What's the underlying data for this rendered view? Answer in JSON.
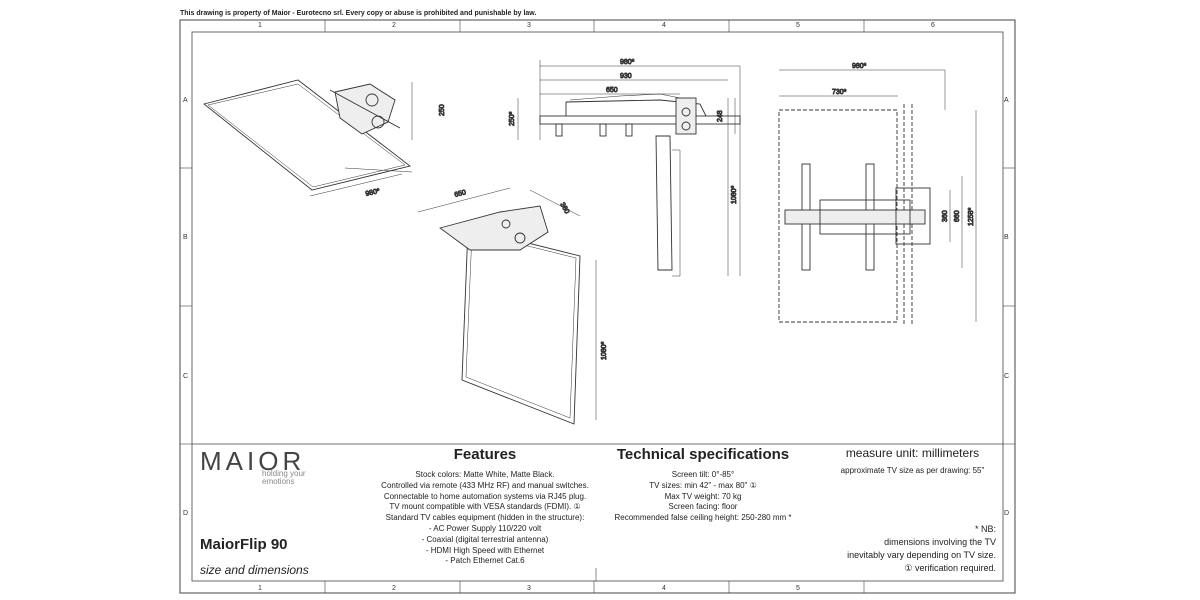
{
  "copyright": "This drawing is property of Maior - Eurotecno srl. Every copy or abuse is prohibited and punishable by law.",
  "grid": {
    "columns": [
      "1",
      "2",
      "3",
      "4",
      "5",
      "6"
    ],
    "rows": [
      "A",
      "B",
      "C",
      "D"
    ]
  },
  "brand": {
    "logo": "MAIOR",
    "tagline": [
      "holding your",
      "emotions"
    ]
  },
  "product": {
    "title": "MaiorFlip 90",
    "subtitle": "size and dimensions"
  },
  "features": {
    "heading": "Features",
    "lines": [
      "Stock colors: Matte White, Matte Black.",
      "Controlled via remote (433 MHz RF) and manual switches.",
      "Connectable to home automation systems via RJ45 plug.",
      "TV mount compatible with VESA standards (FDMI). ①",
      "Standard TV cables equipment (hidden in the structure):",
      "- AC Power Supply 110/220 volt",
      "- Coaxial (digital terrestrial antenna)",
      "- HDMI High Speed with Ethernet",
      "- Patch Ethernet Cat.6"
    ]
  },
  "tech": {
    "heading": "Technical specifications",
    "lines": [
      "Screen tilt: 0°-85°",
      "TV sizes: min 42\" - max 80\" ①",
      "Max TV weight: 70 kg",
      "Screen facing: floor",
      "Recommended false ceiling height: 250-280 mm *"
    ]
  },
  "measure": {
    "unit": "measure unit: millimeters",
    "approx": "approximate TV size as per drawing: 55\""
  },
  "nb": {
    "lines": [
      "* NB:",
      "dimensions involving the TV",
      "inevitably vary depending on TV size.",
      "① verification required."
    ]
  },
  "dimensions": {
    "iso_top_250": "250",
    "iso_top_980": "980*",
    "iso_low_650": "650",
    "iso_low_360": "360",
    "iso_low_1080": "1080*",
    "side_980": "980*",
    "side_930": "930",
    "side_650": "650",
    "side_250": "250*",
    "side_248": "248",
    "side_1080": "1080*",
    "top_980": "980*",
    "top_730": "730*",
    "top_360": "360",
    "top_660": "660",
    "top_1258": "1258*"
  }
}
